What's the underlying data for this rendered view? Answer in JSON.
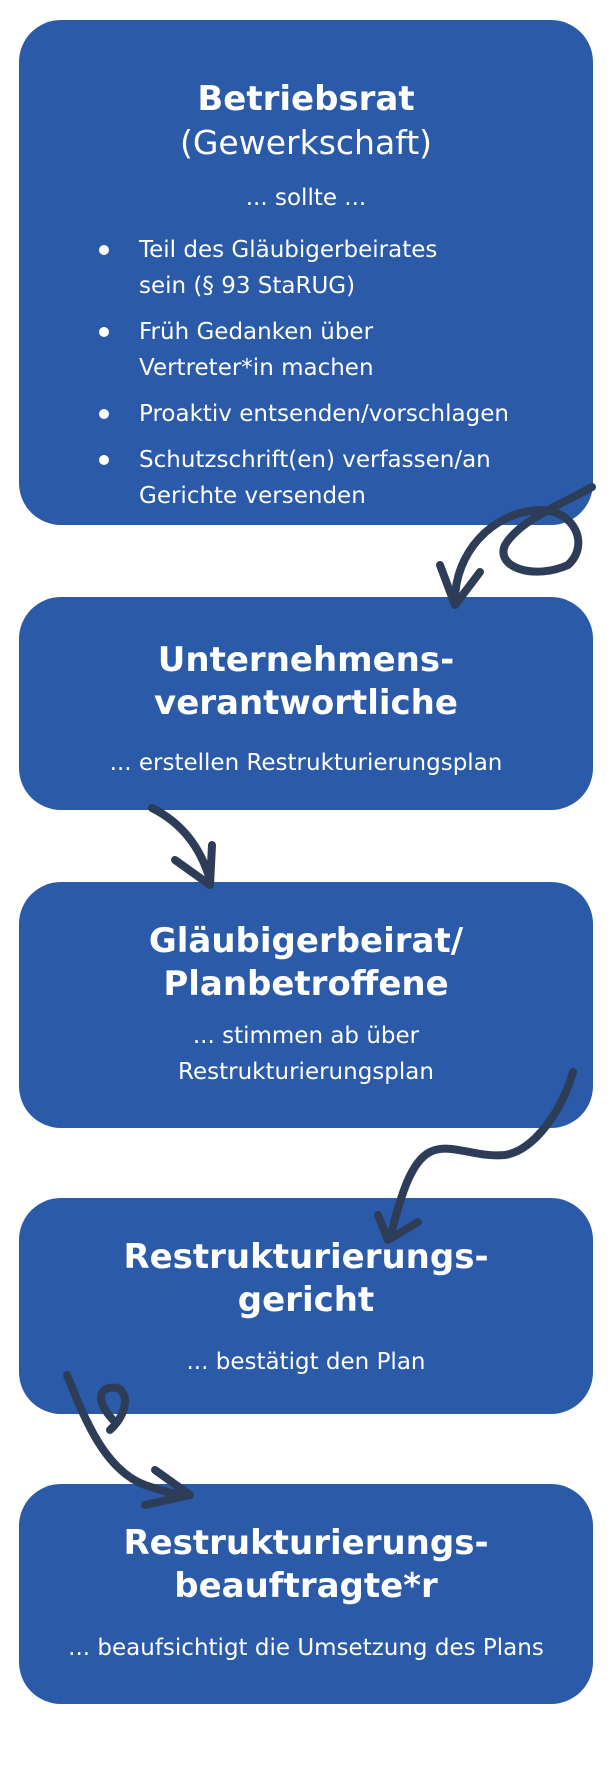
{
  "boxes": [
    {
      "title": "Betriebsrat",
      "title2": "(Gewerkschaft)",
      "subtitle": "... sollte ...",
      "bullets": [
        [
          "Teil des Gläubigerbeirates",
          "sein (§ 93 StaRUG)"
        ],
        [
          "Früh Gedanken über",
          "Vertreter*in machen"
        ],
        [
          "Proaktiv entsenden/vorschlagen"
        ],
        [
          "Schutzschrift(en) verfassen/an",
          "Gerichte versenden"
        ]
      ]
    },
    {
      "title_lines": [
        "Unternehmens-",
        "verantwortliche"
      ],
      "subtitle": "... erstellen Restrukturierungsplan"
    },
    {
      "title_lines": [
        "Gläubigerbeirat/",
        "Planbetroffene"
      ],
      "subtitle_lines": [
        "... stimmen ab über",
        "Restrukturierungsplan"
      ]
    },
    {
      "title_lines": [
        "Restrukturierungs-",
        "gericht"
      ],
      "subtitle": "... bestätigt den Plan"
    },
    {
      "title_lines": [
        "Restrukturierungs-",
        "beauftragte*r"
      ],
      "subtitle": "... beaufsichtigt die Umsetzung des Plans"
    }
  ],
  "colors": {
    "box": "#2a5aa8",
    "arrow": "#2e3d57",
    "text": "#ffffff"
  }
}
